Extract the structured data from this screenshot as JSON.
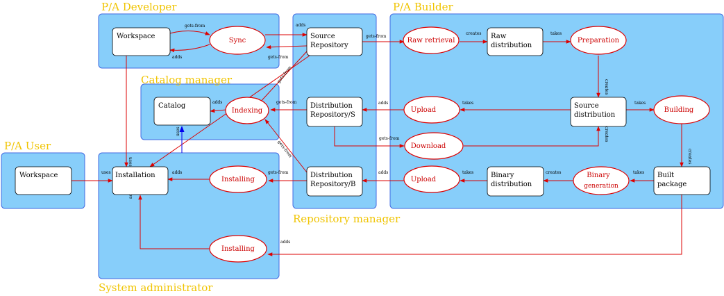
{
  "regions": {
    "developer": "P/A Developer",
    "catalog": "Catalog manager",
    "user": "P/A User",
    "sysadmin": "System administrator",
    "repo": "Repository manager",
    "builder": "P/A Builder"
  },
  "boxes": {
    "dev_workspace": [
      "Workspace"
    ],
    "source_repo": [
      "Source",
      "Repository"
    ],
    "catalog": [
      "Catalog"
    ],
    "dist_repo_s": [
      "Distribution",
      "Repository/S"
    ],
    "user_workspace": [
      "Workspace"
    ],
    "installation": [
      "Installation"
    ],
    "dist_repo_b": [
      "Distribution",
      "Repository/B"
    ],
    "raw_dist": [
      "Raw",
      "distribution"
    ],
    "source_dist": [
      "Source",
      "distribution"
    ],
    "binary_dist": [
      "Binary",
      "distribution"
    ],
    "built_package": [
      "Built",
      "package"
    ]
  },
  "processes": {
    "sync": [
      "Sync"
    ],
    "indexing": [
      "Indexing"
    ],
    "installing_b": [
      "Installing"
    ],
    "installing_c": [
      "Installing"
    ],
    "raw_retrieval": [
      "Raw retrieval"
    ],
    "preparation": [
      "Preparation"
    ],
    "upload_s": [
      "Upload"
    ],
    "building": [
      "Building"
    ],
    "download": [
      "Download"
    ],
    "upload_b": [
      "Upload"
    ],
    "binary_generation": [
      "Binary",
      "generation"
    ]
  },
  "edge_labels": {
    "gets_from": "gets-from",
    "adds": "adds",
    "uses": "uses",
    "creates": "creates",
    "takes": "takes"
  }
}
